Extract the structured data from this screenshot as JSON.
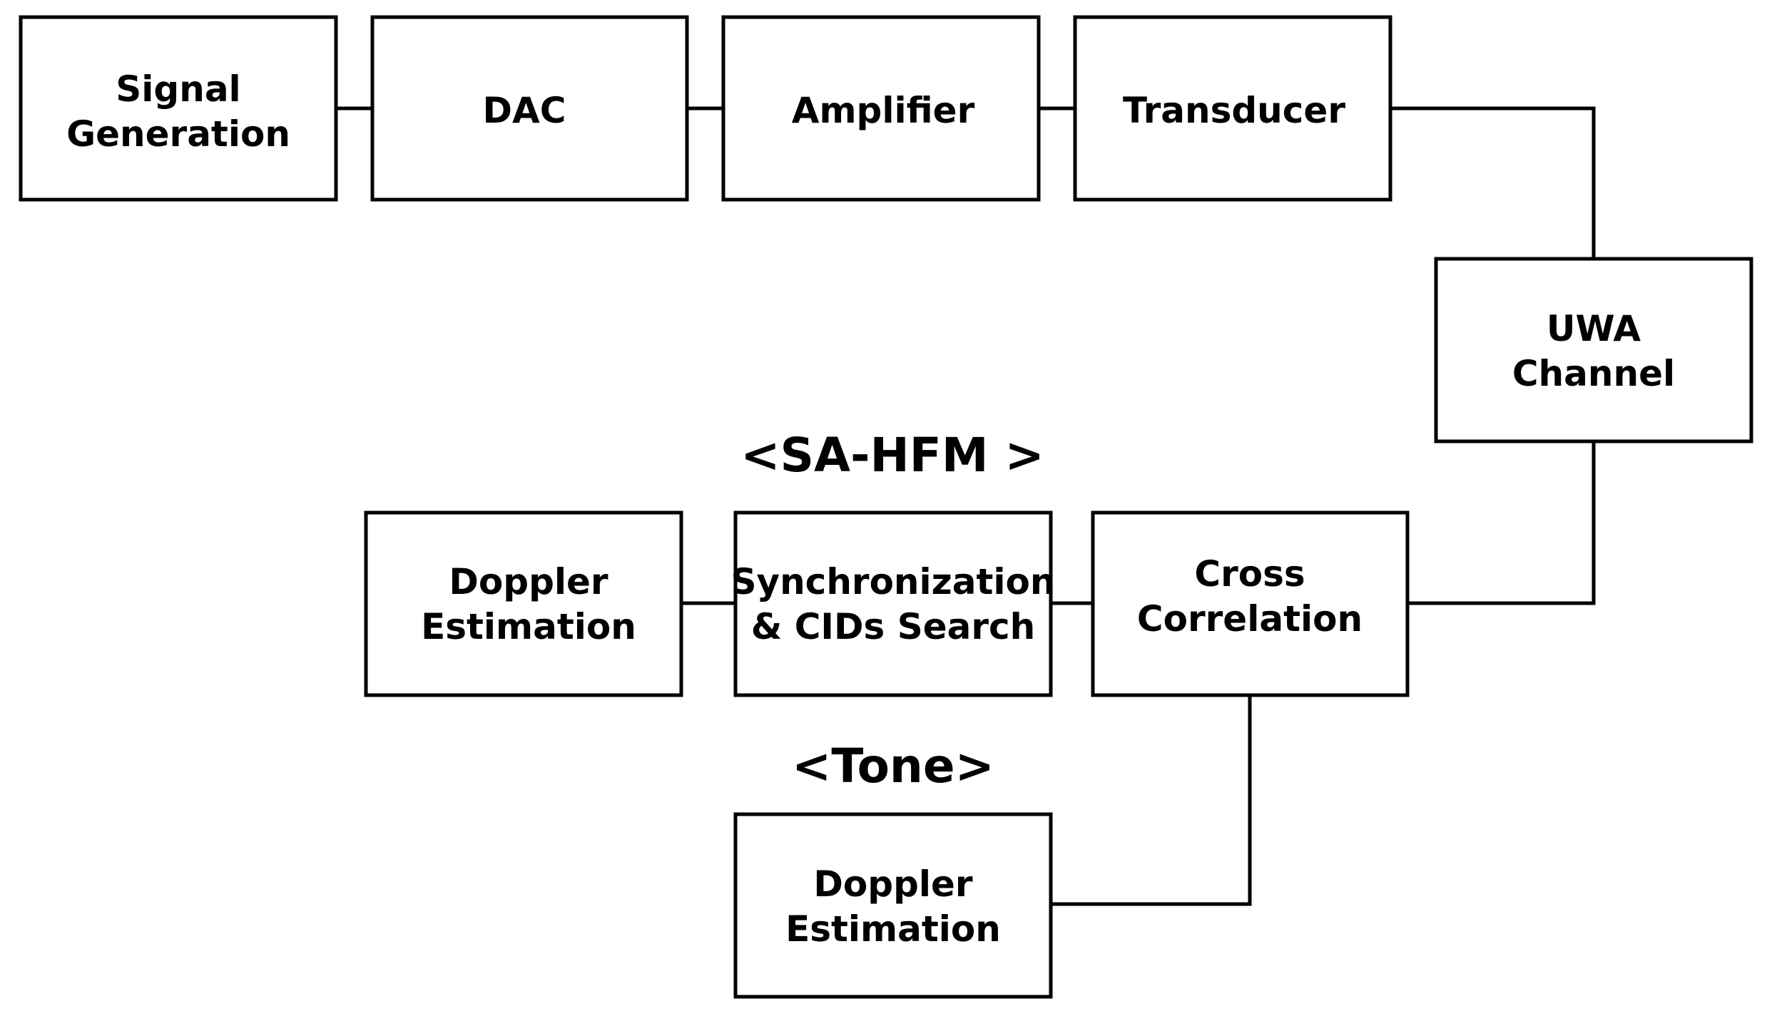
{
  "blocks": {
    "signal_generation": {
      "line1": "Signal",
      "line2": "Generation"
    },
    "dac": {
      "line1": "DAC"
    },
    "amplifier": {
      "line1": "Amplifier"
    },
    "transducer": {
      "line1": "Transducer"
    },
    "uwa_channel": {
      "line1": "UWA",
      "line2": "Channel"
    },
    "cross_correlation": {
      "line1": "Cross",
      "line2": "Correlation"
    },
    "sync_cids_search": {
      "line1": "Synchronization",
      "line2": "& CIDs Search"
    },
    "doppler_estimation_hfm": {
      "line1": "Doppler",
      "line2": "Estimation"
    },
    "doppler_estimation_tone": {
      "line1": "Doppler",
      "line2": "Estimation"
    }
  },
  "labels": {
    "sa_hfm": "<SA-HFM >",
    "tone": "<Tone>"
  }
}
